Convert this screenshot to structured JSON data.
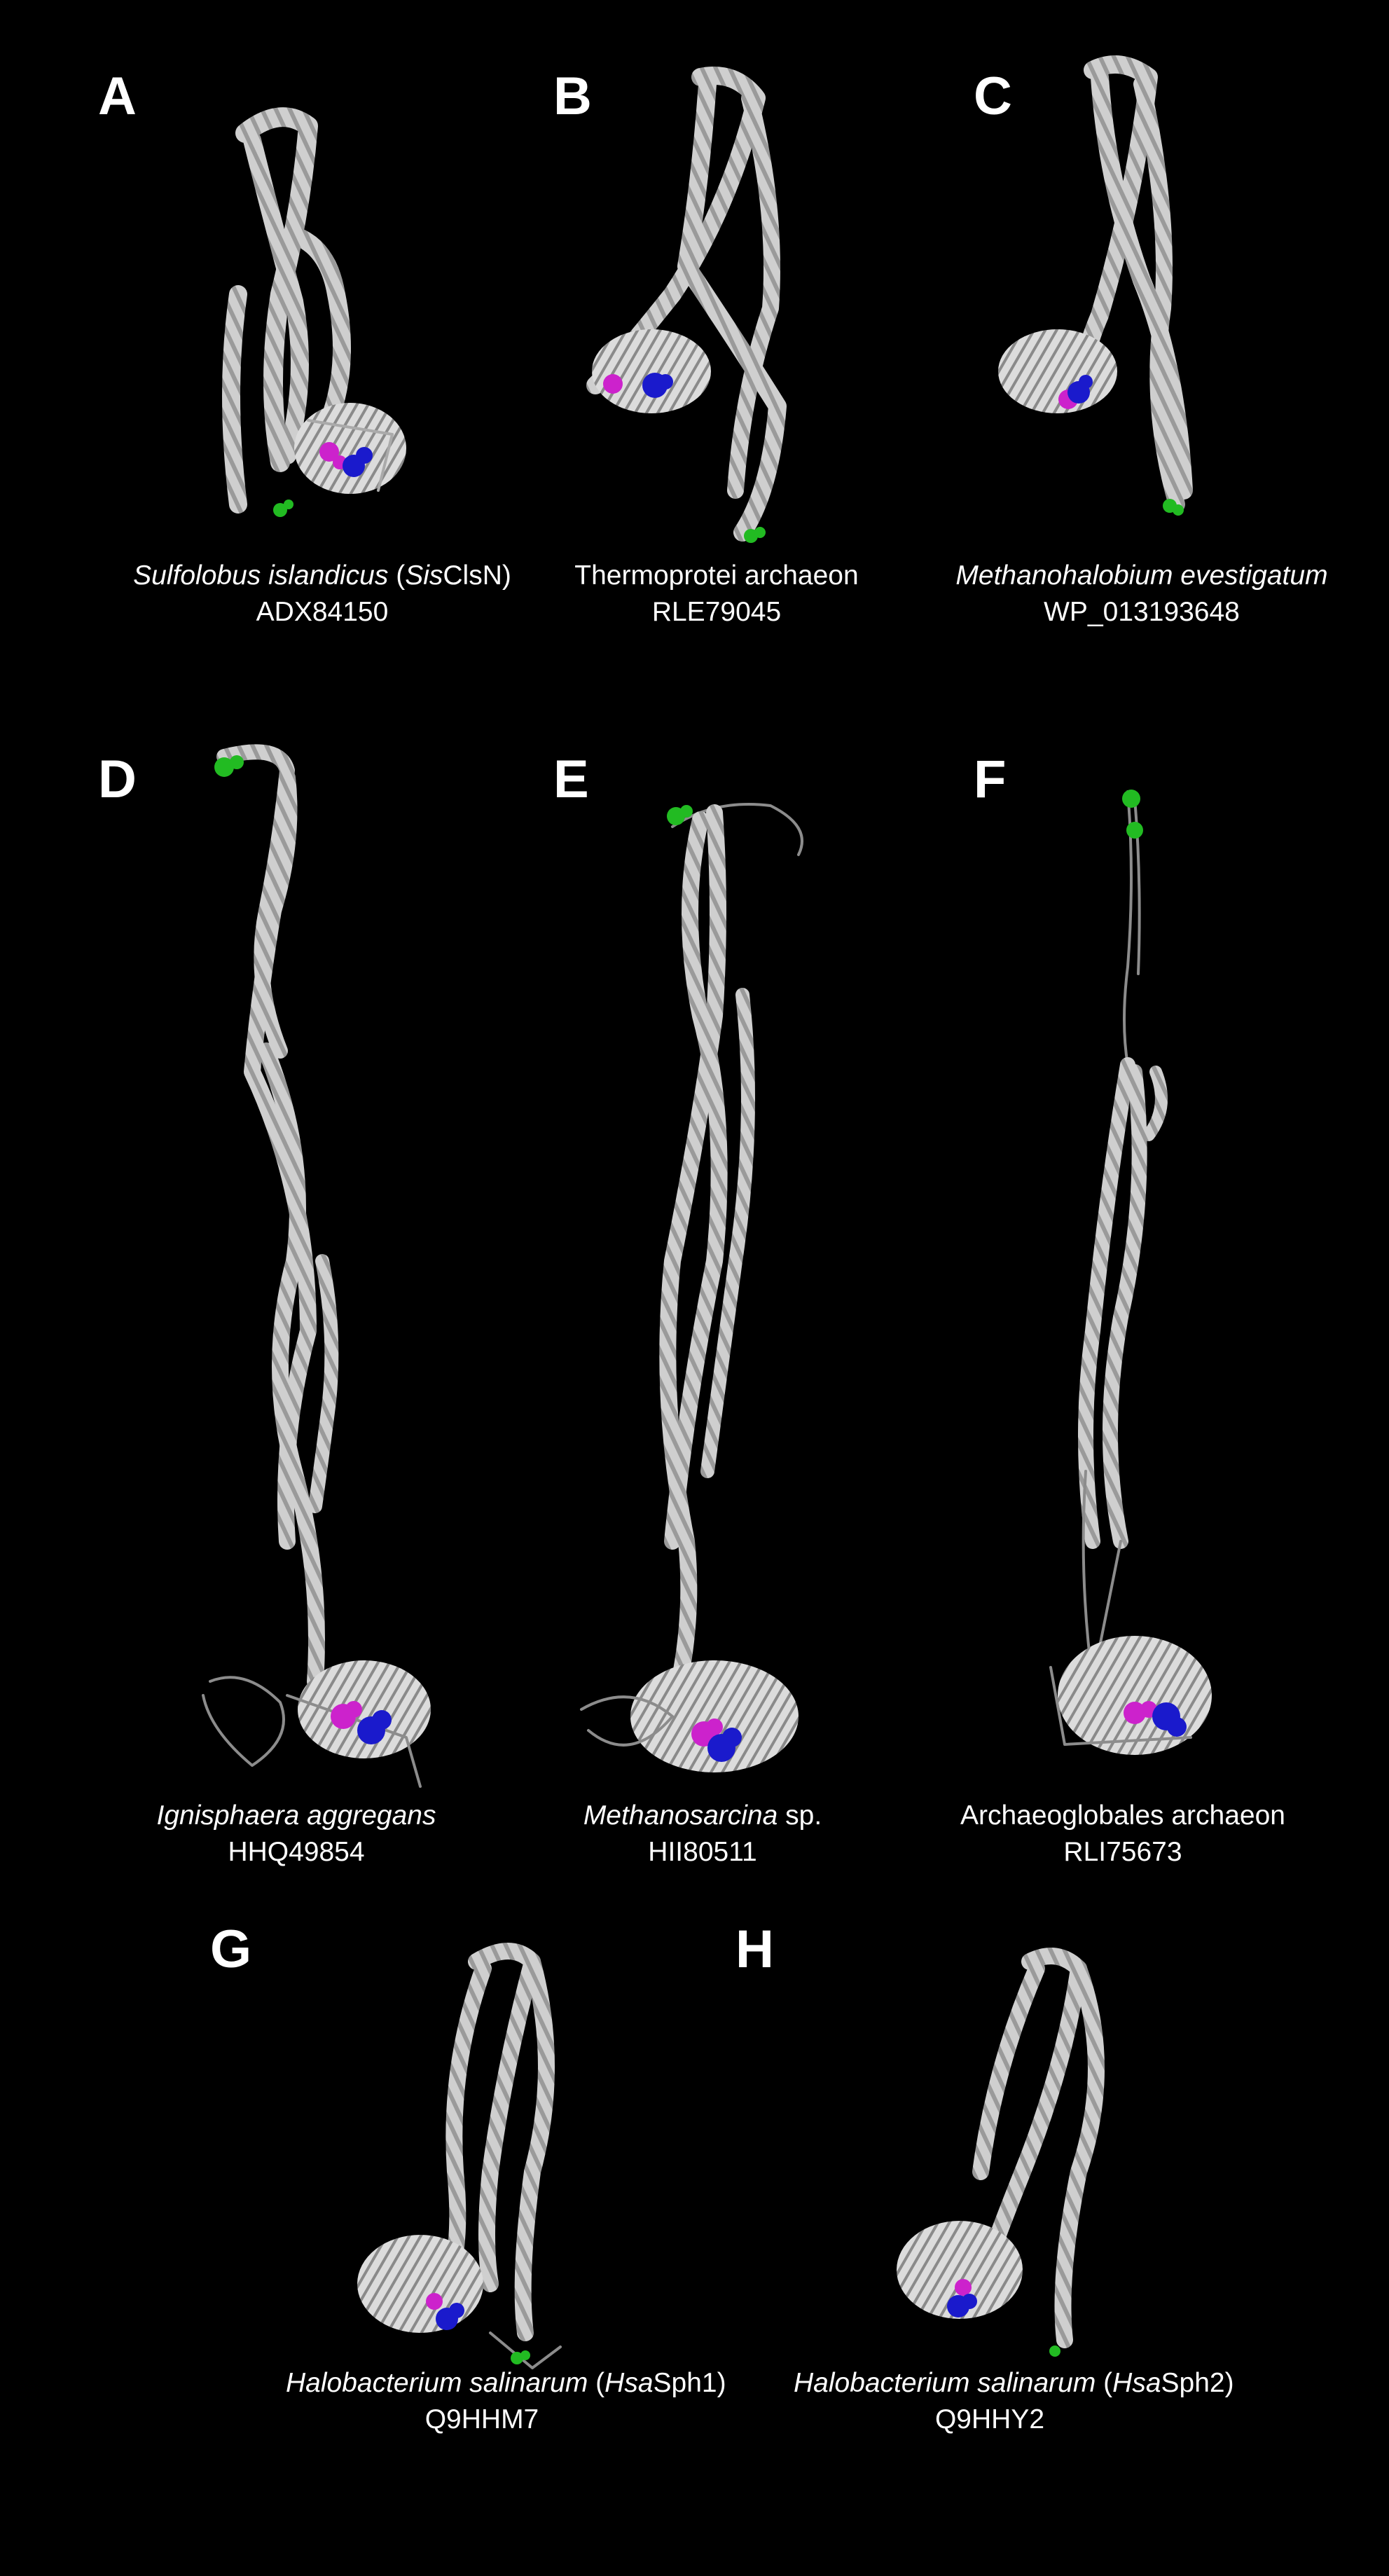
{
  "figure": {
    "background": "#000000",
    "colors": {
      "ribbon": "#d9d9d9",
      "coil": "#8c8c8c",
      "green_residues": "#22bb22",
      "magenta_residues": "#cc22cc",
      "blue_residues": "#1a1acc"
    },
    "panels": [
      {
        "letter": "A",
        "organism_italic": "Sulfolobus islandicus",
        "organism_pre": " (",
        "abbr_italic": "Sis",
        "abbr_rest": "ClsN)",
        "accession": "ADX84150"
      },
      {
        "letter": "B",
        "organism_plain": "Thermoprotei archaeon",
        "accession": "RLE79045"
      },
      {
        "letter": "C",
        "organism_italic": "Methanohalobium evestigatum",
        "accession": "WP_013193648"
      },
      {
        "letter": "D",
        "organism_italic": "Ignisphaera aggregans",
        "accession": "HHQ49854"
      },
      {
        "letter": "E",
        "organism_italic": "Methanosarcina",
        "organism_suffix": " sp.",
        "accession": "HII80511"
      },
      {
        "letter": "F",
        "organism_plain": "Archaeoglobales archaeon",
        "accession": "RLI75673"
      },
      {
        "letter": "G",
        "organism_italic": "Halobacterium salinarum",
        "organism_pre": " (",
        "abbr_italic": "Hsa",
        "abbr_rest": "Sph1)",
        "accession": "Q9HHM7"
      },
      {
        "letter": "H",
        "organism_italic": "Halobacterium salinarum",
        "organism_pre": " (",
        "abbr_italic": "Hsa",
        "abbr_rest": "Sph2)",
        "accession": "Q9HHY2"
      }
    ]
  }
}
